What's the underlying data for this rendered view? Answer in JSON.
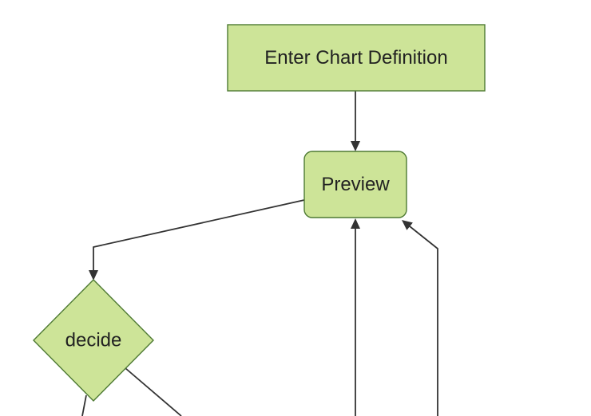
{
  "diagram": {
    "type": "flowchart",
    "direction": "top-down",
    "nodes": [
      {
        "id": "enter",
        "shape": "rectangle",
        "label": "Enter Chart Definition"
      },
      {
        "id": "preview",
        "shape": "rounded-rectangle",
        "label": "Preview"
      },
      {
        "id": "decide",
        "shape": "diamond",
        "label": "decide"
      }
    ],
    "edges": [
      {
        "from": "Enter Chart Definition",
        "to": "Preview",
        "arrowhead": true,
        "label": ""
      },
      {
        "from": "Preview",
        "to": "decide",
        "arrowhead": true,
        "label": ""
      },
      {
        "from": "decide",
        "to": "offscreen-bottom-left",
        "arrowhead": false,
        "label": ""
      },
      {
        "from": "decide",
        "to": "offscreen-bottom-right",
        "arrowhead": false,
        "label": ""
      },
      {
        "from": "offscreen-bottom",
        "to": "Preview",
        "arrowhead": true,
        "label": ""
      },
      {
        "from": "offscreen-bottom-right",
        "to": "Preview",
        "arrowhead": true,
        "label": ""
      }
    ]
  },
  "colors": {
    "node_fill": "#cde498",
    "node_stroke": "#4e7a33",
    "edge": "#333333",
    "label": "#222222",
    "background": "#ffffff"
  }
}
